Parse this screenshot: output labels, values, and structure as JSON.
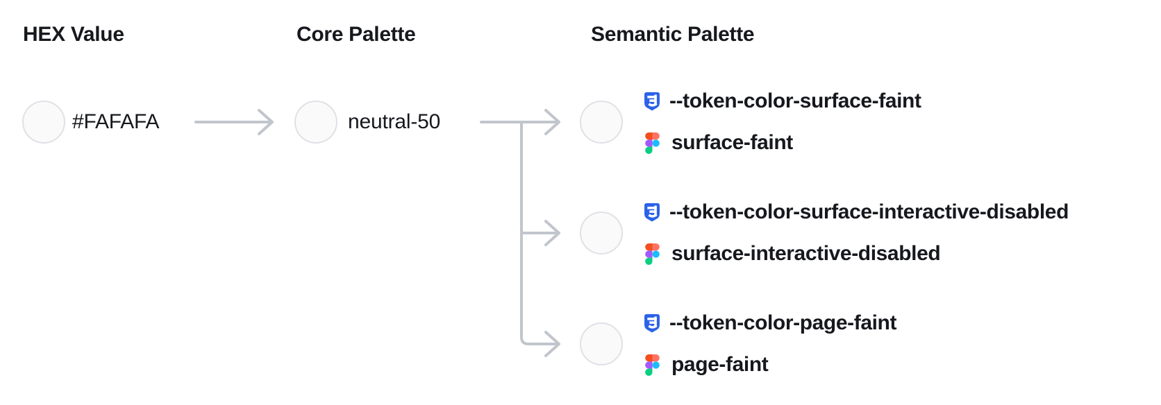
{
  "diagram": {
    "hex_column": {
      "heading": "HEX Value",
      "swatch_label": "#FAFAFA"
    },
    "core_column": {
      "heading": "Core Palette",
      "swatch_label": "neutral-50"
    },
    "semantic_column": {
      "heading": "Semantic Palette",
      "tokens": [
        {
          "css_variable": "--token-color-surface-faint",
          "figma_style": "surface-faint"
        },
        {
          "css_variable": "--token-color-surface-interactive-disabled",
          "figma_style": "surface-interactive-disabled"
        },
        {
          "css_variable": "--token-color-page-faint",
          "figma_style": "page-faint"
        }
      ]
    }
  },
  "colors": {
    "page-bg": "#FFFFFF",
    "text": "#16181D",
    "line": "#C1C5CC",
    "swatch-fill": "#FAFAFA",
    "swatch-border": "#DFE1E6",
    "css-blue": "#2B62E9",
    "css-glyph": "#FFFFFF",
    "figma-red": "#F24E1E",
    "figma-salmon": "#FF7262",
    "figma-purple": "#A259FF",
    "figma-blue": "#1ABCFE",
    "figma-green": "#0ACF83"
  }
}
